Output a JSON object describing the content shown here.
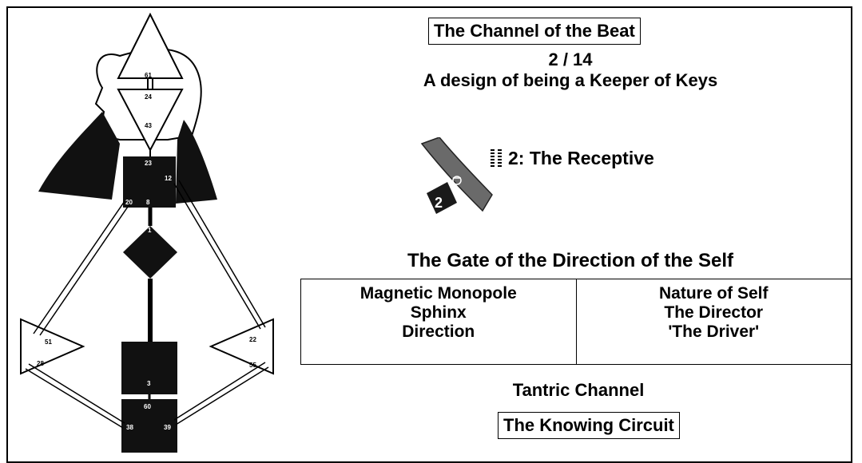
{
  "title": "The Channel of the Beat",
  "channel_numbers": "2 / 14",
  "subtitle": "A design of being a Keeper of Keys",
  "gate": {
    "number": "2",
    "label": "2: The Receptive",
    "hexagram_icon": "hexagram-2-icon"
  },
  "gate_name": "The Gate of the Direction of the Self",
  "table": {
    "left": [
      "Magnetic Monopole",
      "Sphinx",
      "Direction"
    ],
    "right": [
      "Nature of Self",
      "The Director",
      "'The Driver'"
    ]
  },
  "channel_type": "Tantric Channel",
  "circuit": "The Knowing Circuit",
  "body_graph": {
    "gate_numbers": [
      "61",
      "24",
      "43",
      "23",
      "12",
      "20",
      "8",
      "1",
      "51",
      "22",
      "28",
      "55",
      "3",
      "60",
      "38",
      "39"
    ]
  }
}
